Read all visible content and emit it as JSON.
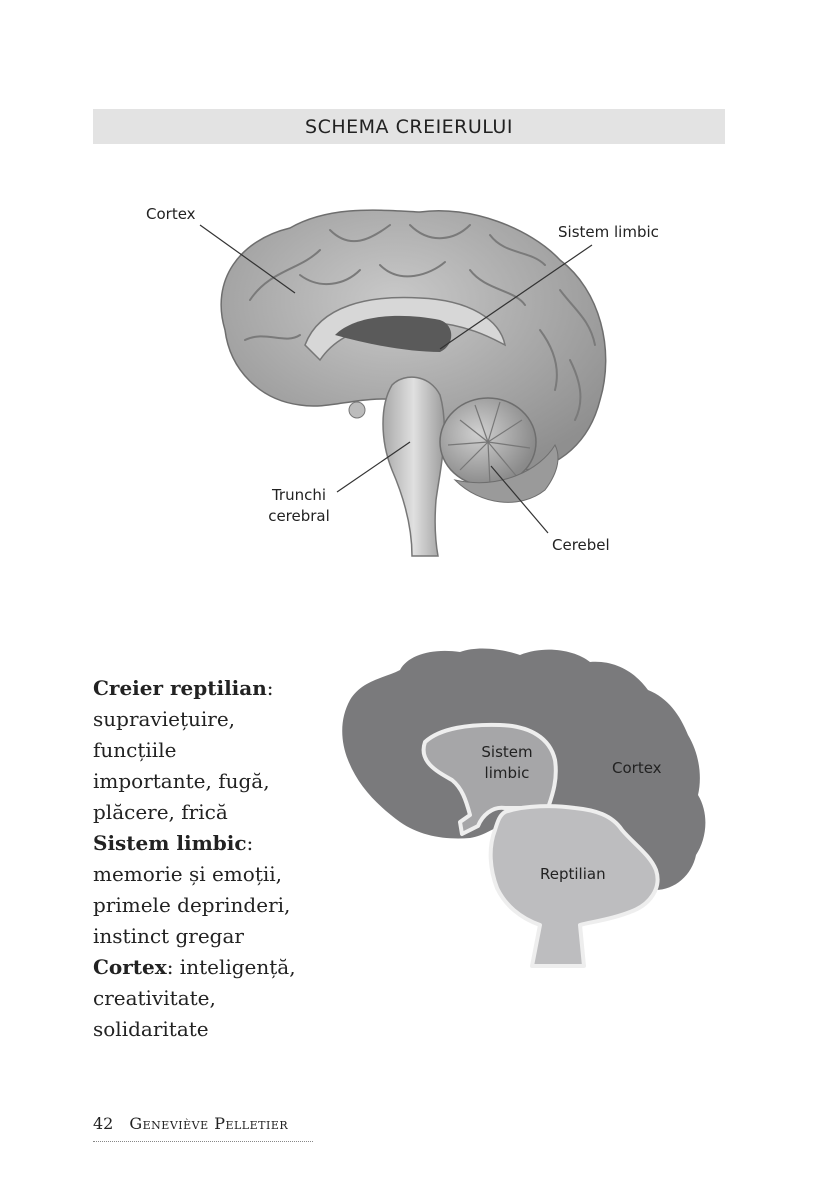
{
  "page": {
    "section_title": "SCHEMA CREIERULUI"
  },
  "brain_figure": {
    "labels": {
      "cortex": "Cortex",
      "sistem_limbic": "Sistem limbic",
      "trunchi_line1": "Trunchi",
      "trunchi_line2": "cerebral",
      "cerebel": "Cerebel"
    }
  },
  "schematic_figure": {
    "labels": {
      "sistem_line1": "Sistem",
      "sistem_line2": "limbic",
      "cortex": "Cortex",
      "reptilian": "Reptilian"
    },
    "colors": {
      "cortex": "#7a7a7c",
      "limbic": "#a6a6a8",
      "reptilian": "#bdbdbf",
      "outline": "#eeeeee"
    }
  },
  "legend": {
    "reptilian_term": "Creier reptilian",
    "reptilian_desc": [
      "supraviețuire,",
      "funcțiile",
      "importante, fugă,",
      "plăcere, frică"
    ],
    "limbic_term": "Sistem limbic",
    "limbic_desc": [
      "memorie și emoții,",
      "primele deprinderi,",
      "instinct gregar"
    ],
    "cortex_term": "Cortex",
    "cortex_desc_first": "inteligență,",
    "cortex_desc": [
      "creativitate,",
      "solidaritate"
    ],
    "separator": ":"
  },
  "footer": {
    "page_number": "42",
    "author": "Geneviève Pelletier"
  }
}
